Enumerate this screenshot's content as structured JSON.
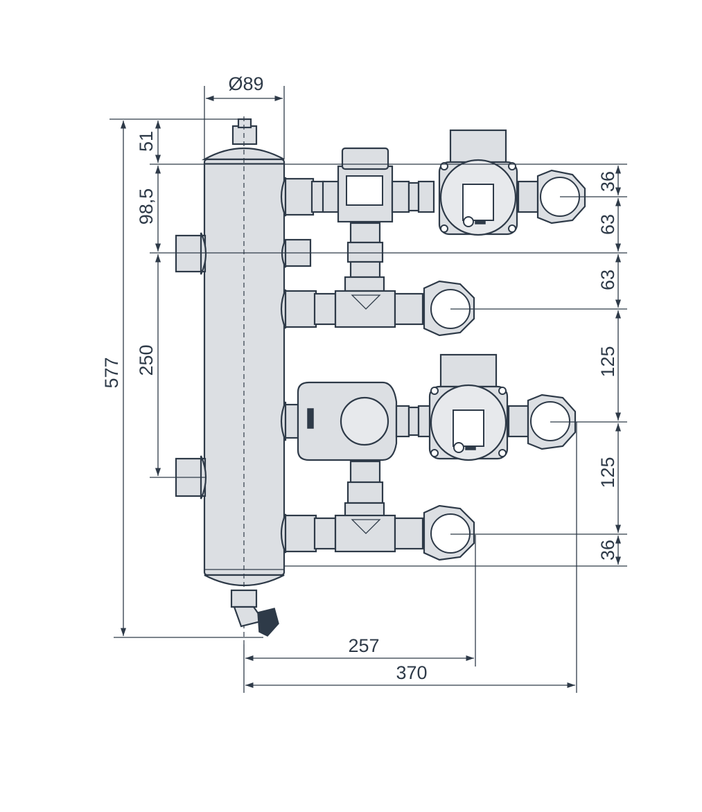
{
  "dimensions": {
    "top_diameter": "Ø89",
    "overall_height": "577",
    "top_offset": "51",
    "upper_offset": "98,5",
    "connection_spacing": "250",
    "right_36_top": "36",
    "right_63_a": "63",
    "right_63_b": "63",
    "right_125_a": "125",
    "right_125_b": "125",
    "right_36_bottom": "36",
    "width_257": "257",
    "width_370": "370"
  },
  "colors": {
    "line": "#2e3a48",
    "body_fill": "#dcdfe3",
    "background": "#ffffff"
  }
}
